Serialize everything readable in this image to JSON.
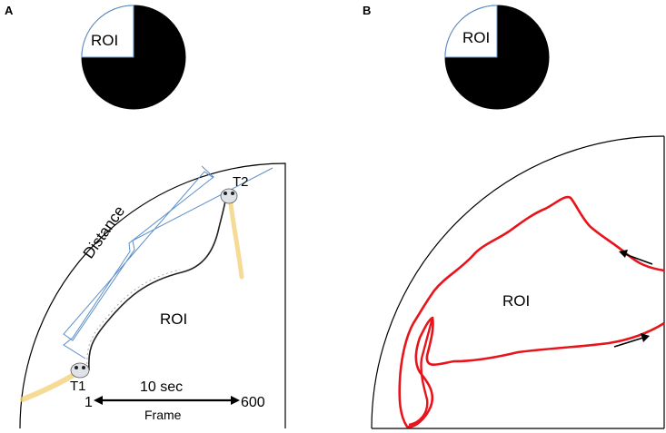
{
  "panels": {
    "a": {
      "label": "A",
      "roi_pie_label": "ROI",
      "larva_t1_label": "T1",
      "larva_t2_label": "T2",
      "distance_label": "Distance",
      "roi_label": "ROI",
      "time_label": "10 sec",
      "frame_start": "1",
      "frame_end": "600",
      "frame_axis_label": "Frame"
    },
    "b": {
      "label": "B",
      "roi_pie_label": "ROI",
      "roi_label": "ROI"
    }
  },
  "colors": {
    "trace": "#e8141b",
    "bracket": "#5b8fc9",
    "arrow": "#000000",
    "larva_tail": "#f2d27a"
  }
}
